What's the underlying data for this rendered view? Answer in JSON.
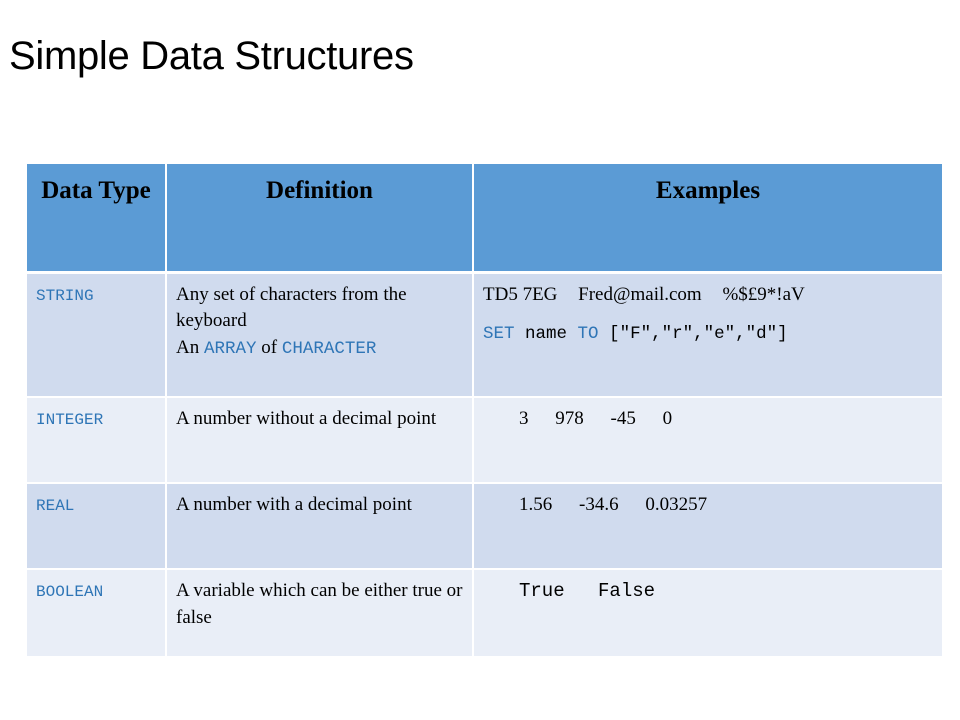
{
  "title": "Simple Data Structures",
  "table": {
    "headers": {
      "type": "Data Type",
      "definition": "Definition",
      "examples": "Examples"
    },
    "rows": [
      {
        "type": "STRING",
        "definition_line1": "Any set of characters from the keyboard",
        "definition_prefix": "An ",
        "definition_array": "ARRAY",
        "definition_of": " of ",
        "definition_character": "CHARACTER",
        "examples": [
          "TD5 7EG",
          "Fred@mail.com",
          "%$£9*!aV"
        ],
        "set_statement": {
          "kw_set": "SET",
          "name": " name ",
          "kw_to": "TO",
          "open": " [",
          "chars": [
            "\"F\"",
            "\"r\"",
            "\"e\"",
            "\"d\""
          ],
          "sep": ",",
          "close": "]"
        }
      },
      {
        "type": "INTEGER",
        "definition": "A number without a decimal point",
        "examples": [
          "3",
          "978",
          "-45",
          "0"
        ]
      },
      {
        "type": "REAL",
        "definition": "A number with a decimal point",
        "examples": [
          "1.56",
          "-34.6",
          "0.03257"
        ]
      },
      {
        "type": "BOOLEAN",
        "definition": "A variable which can be either true or false",
        "examples": [
          "True",
          "False"
        ]
      }
    ]
  },
  "colors": {
    "header_bg": "#5b9bd5",
    "row_dark": "#d0dbee",
    "row_light": "#e9eef7",
    "code_blue": "#2e75b6"
  }
}
